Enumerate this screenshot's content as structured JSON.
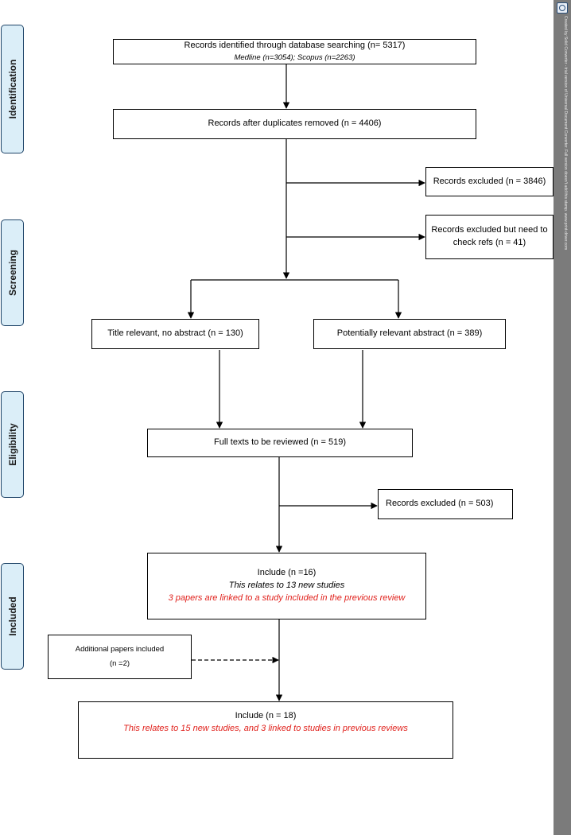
{
  "phases": {
    "identification": "Identification",
    "screening": "Screening",
    "eligibility": "Eligibility",
    "included": "Included"
  },
  "boxes": {
    "records_identified": {
      "line1": "Records identified through database searching (n= 5317)",
      "line2": "Medline (n=3054); Scopus (n=2263)"
    },
    "duplicates_removed": "Records after duplicates removed (n = 4406)",
    "excluded_1": "Records excluded (n = 3846)",
    "excluded_check_refs": "Records excluded but need to check refs (n = 41)",
    "title_relevant": "Title relevant, no abstract (n = 130)",
    "potentially_relevant": "Potentially relevant abstract (n = 389)",
    "full_texts": "Full texts to be reviewed (n = 519)",
    "excluded_2": "Records excluded (n = 503)",
    "include_16": {
      "line1": "Include (n =16)",
      "line2": "This relates to 13 new studies",
      "line3": "3 papers are linked to a study included in the previous review"
    },
    "additional": {
      "line1": "Additional papers included",
      "line2": "(n =2)"
    },
    "include_18": {
      "line1": "Include (n = 18)",
      "line2": "This relates to 15 new studies, and 3 linked to studies in previous reviews"
    }
  },
  "colors": {
    "phase_fill": "#dbeef8",
    "phase_border": "#1e4468",
    "highlight_red": "#e0201b",
    "sidebar": "#7b7b7b"
  },
  "watermark": "Created by Solid Converter - trial version of Universal Document Converter. Full version doesn't add this stamp. www.print-driver.com"
}
